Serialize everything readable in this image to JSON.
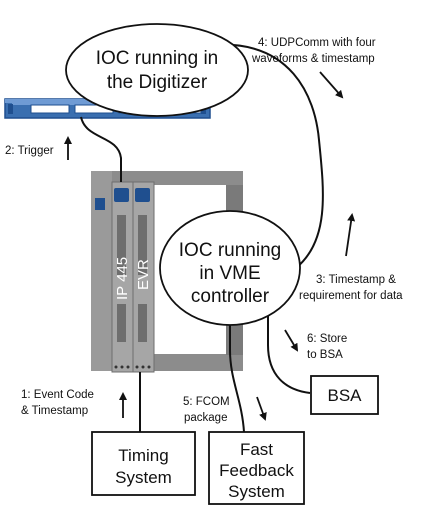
{
  "nodes": {
    "ioc_digitizer": {
      "line1": "IOC running in",
      "line2": "the Digitizer"
    },
    "ioc_vme": {
      "line1": "IOC running",
      "line2": "in VME",
      "line3": "controller"
    },
    "bsa": {
      "label": "BSA"
    },
    "timing": {
      "line1": "Timing",
      "line2": "System"
    },
    "fast_feedback": {
      "line1": "Fast",
      "line2": "Feedback",
      "line3": "System"
    },
    "ip445_card": {
      "label": "IP 445"
    },
    "evr_card": {
      "label": "EVR"
    }
  },
  "annotations": {
    "step1": {
      "line1": "1: Event Code",
      "line2": "& Timestamp"
    },
    "step2": {
      "line1": "2: Trigger"
    },
    "step3": {
      "line1": "3: Timestamp &",
      "line2": "requirement for data"
    },
    "step4": {
      "line1": "4: UDPComm with four",
      "line2": "waveforms & timestamp"
    },
    "step5": {
      "line1": "5: FCOM",
      "line2": "package"
    },
    "step6": {
      "line1": "6: Store",
      "line2": "to BSA"
    }
  },
  "colors": {
    "crate": "#8c8c8c",
    "crate_dark": "#5e5e5e",
    "card": "#a6a6a6",
    "digitizer_body": "#3a6fb0",
    "digitizer_dark": "#1f4f8f",
    "connector": "#1f4f8f"
  }
}
